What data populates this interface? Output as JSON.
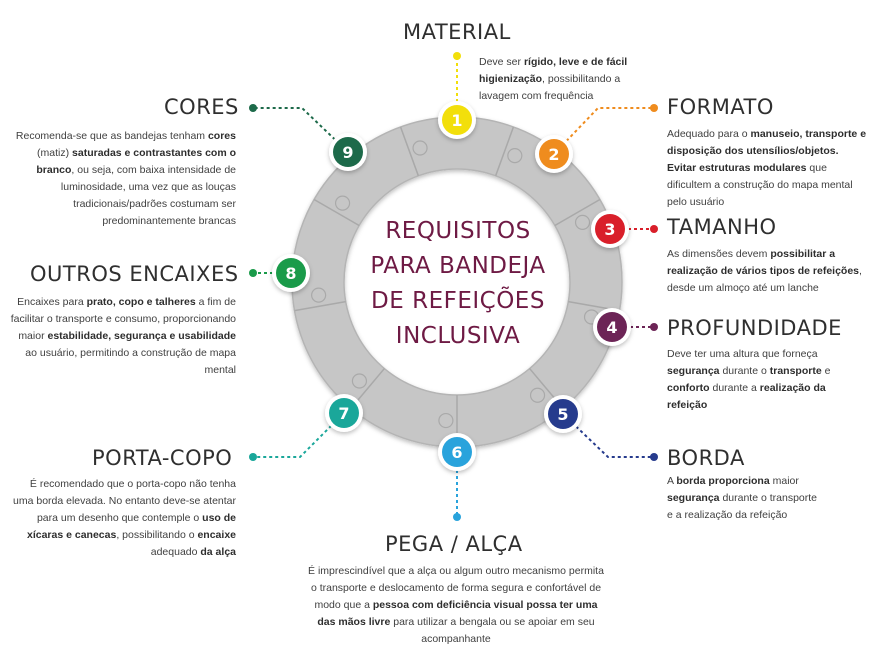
{
  "center_title": [
    "REQUISITOS",
    "PARA BANDEJA",
    "DE REFEIÇÕES",
    "INCLUSIVA"
  ],
  "colors": {
    "ring": "#c6c6c6",
    "ring_shadow": "#a9a9a9",
    "title": "#6e1a44",
    "n1": "#f2df0b",
    "n2": "#ef8c1e",
    "n3": "#d91f2a",
    "n4": "#6c2456",
    "n5": "#263b8d",
    "n6": "#29a3dc",
    "n7": "#1aa79a",
    "n8": "#1a9b4a",
    "n9": "#1d6a4a"
  },
  "requirements": [
    {
      "number": "1",
      "title": "MATERIAL",
      "desc_html": "Deve ser <b>rígido, leve e de fácil higienização</b>, possibilitando a lavagem com frequência"
    },
    {
      "number": "2",
      "title": "FORMATO",
      "desc_html": "Adequado para o <b>manuseio, transporte e disposição dos utensílios/objetos. Evitar estruturas modulares</b> que dificultem a construção do mapa mental pelo usuário"
    },
    {
      "number": "3",
      "title": "TAMANHO",
      "desc_html": "As dimensões devem <b>possibilitar a realização de vários tipos de refeições</b>, desde um almoço até um lanche"
    },
    {
      "number": "4",
      "title": "PROFUNDIDADE",
      "desc_html": "Deve ter uma altura que forneça <b>segurança</b> durante o <b>transporte</b> e <b>conforto</b> durante a <b>realização da refeição</b>"
    },
    {
      "number": "5",
      "title": "BORDA",
      "desc_html": "A <b>borda proporciona</b> maior <b>segurança</b> durante o transporte e a realização da refeição"
    },
    {
      "number": "6",
      "title": "PEGA / ALÇA",
      "desc_html": "É imprescindível que a alça ou algum outro mecanismo permita o transporte e deslocamento de forma segura e confortável de modo que a <b>pessoa com deficiência visual possa ter uma das mãos livre</b> para utilizar a bengala ou se apoiar em seu acompanhante"
    },
    {
      "number": "7",
      "title": "PORTA-COPO",
      "desc_html": "É recomendado que o porta-copo não tenha uma borda elevada. No entanto deve-se atentar para um desenho que contemple o <b>uso de xícaras e canecas</b>, possibilitando o <b>encaixe</b> adequado <b>da alça</b>"
    },
    {
      "number": "8",
      "title": "OUTROS ENCAIXES",
      "desc_html": "Encaixes para <b>prato, copo e talheres</b> a fim de facilitar o transporte e consumo, proporcionando maior <b>estabilidade, segurança e usabilidade</b> ao usuário, permitindo a construção de mapa mental"
    },
    {
      "number": "9",
      "title": "CORES",
      "desc_html": "Recomenda-se que as bandejas tenham <b>cores</b> (matiz) <b>saturadas e contrastantes com o branco</b>, ou seja, com baixa intensidade de luminosidade, uma vez que as louças tradicionais/padrões costumam ser predominantemente brancas"
    }
  ]
}
